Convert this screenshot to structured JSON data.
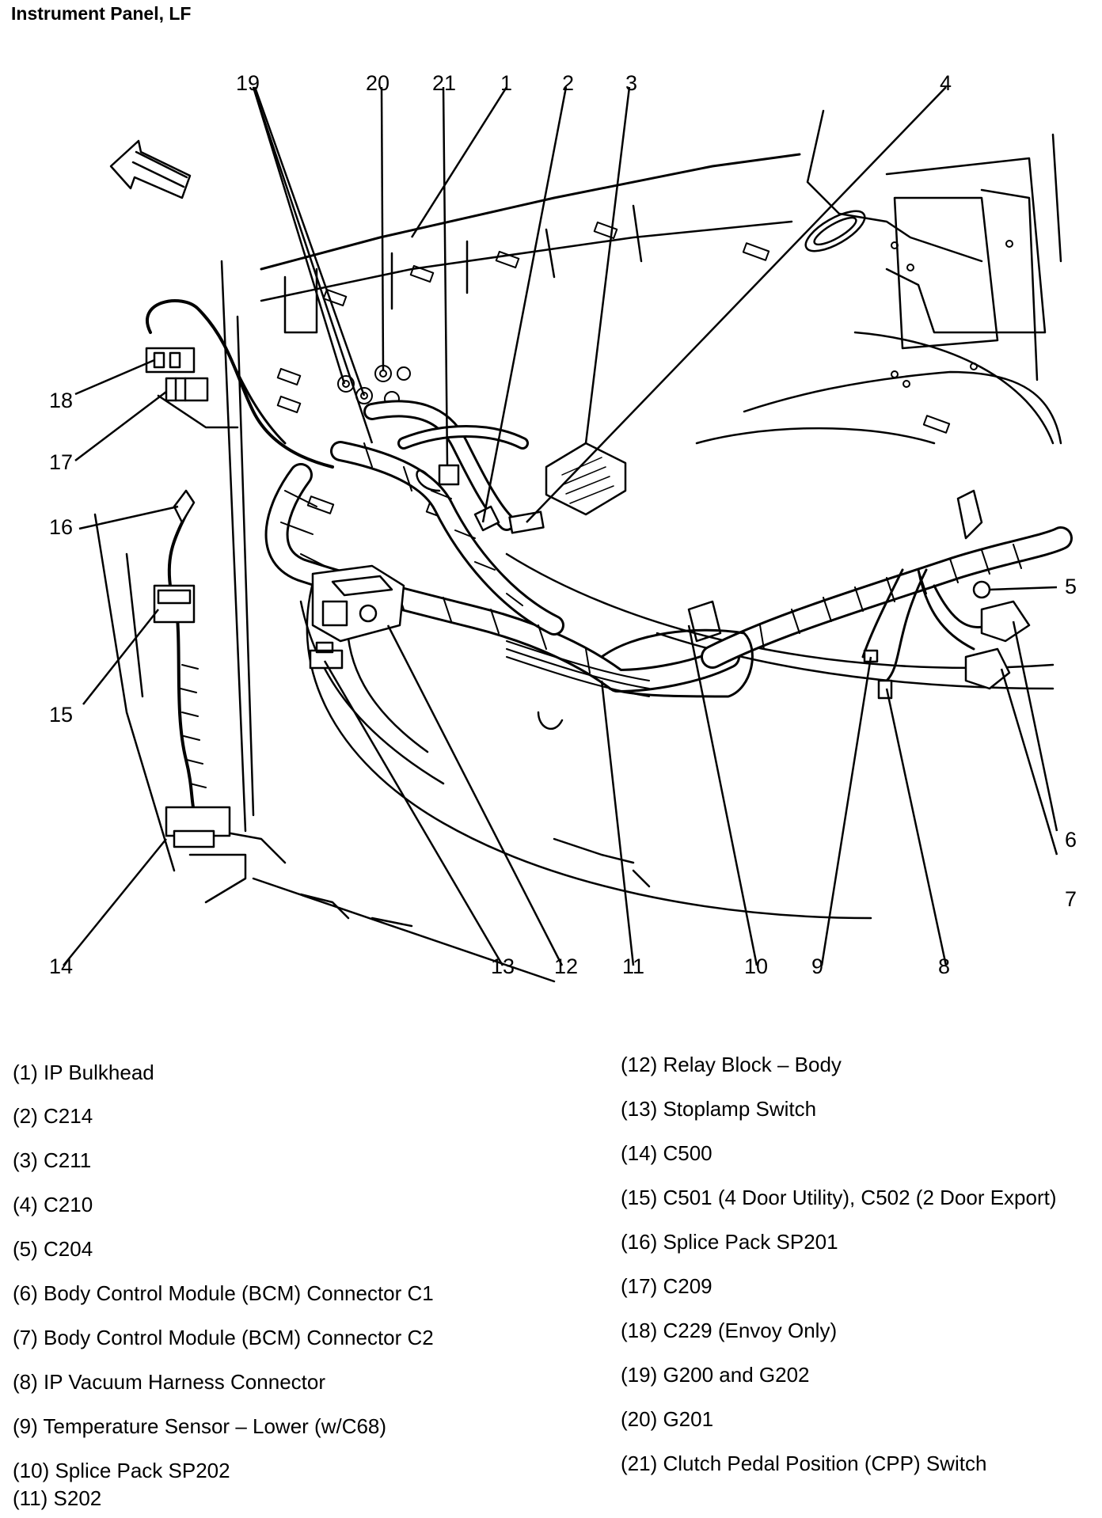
{
  "title": "Instrument Panel, LF",
  "callouts": [
    "1",
    "2",
    "3",
    "4",
    "5",
    "6",
    "7",
    "8",
    "9",
    "10",
    "11",
    "12",
    "13",
    "14",
    "15",
    "16",
    "17",
    "18",
    "19",
    "20",
    "21"
  ],
  "legend": {
    "left": [
      "(1) IP Bulkhead",
      "(2) C214",
      "(3) C211",
      "(4) C210",
      "(5) C204",
      "(6) Body Control Module (BCM) Connector C1",
      "(7) Body Control Module (BCM) Connector C2",
      "(8) IP Vacuum Harness Connector",
      "(9) Temperature Sensor – Lower (w/C68)",
      "(10) Splice Pack SP202",
      "(11) S202"
    ],
    "right": [
      "(12) Relay Block – Body",
      "(13) Stoplamp Switch",
      "(14) C500",
      "(15) C501 (4 Door Utility), C502 (2 Door Export)",
      "(16) Splice Pack SP201",
      "(17) C209",
      "(18) C229 (Envoy Only)",
      "(19) G200 and G202",
      "(20) G201",
      "(21) Clutch Pedal Position (CPP) Switch"
    ]
  }
}
